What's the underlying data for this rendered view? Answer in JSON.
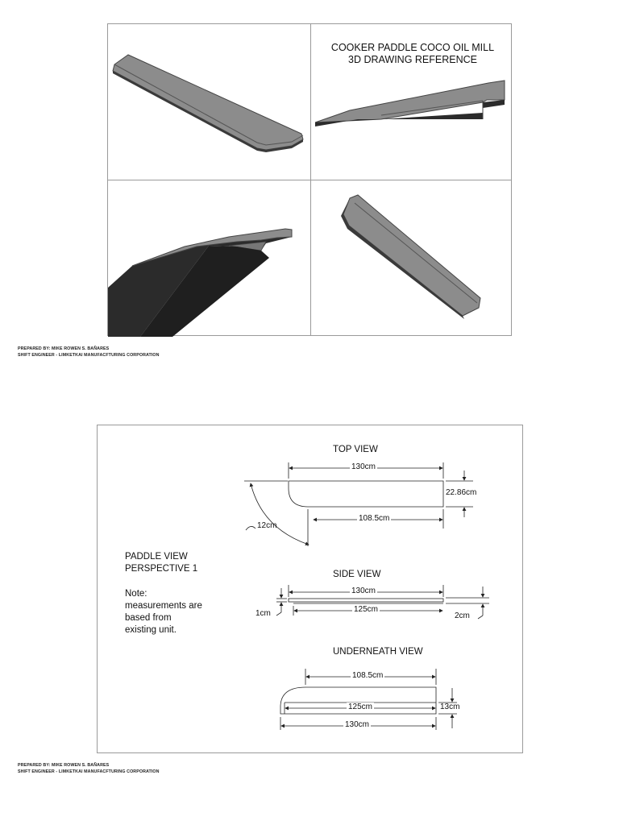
{
  "reference": {
    "title_line1": "COOKER PADDLE COCO OIL MILL",
    "title_line2": "3D DRAWING REFERENCE"
  },
  "credits": {
    "prepared_by": "PREPARED BY: MIKE ROWEN S. BAÑARES",
    "position": "SHIFT ENGINEER - LIMKETKAI MANUFACFTURING CORPORATION"
  },
  "drawing": {
    "perspective_line1": "PADDLE VIEW",
    "perspective_line2": "PERSPECTIVE 1",
    "note_title": "Note:",
    "note_line1": "measurements are",
    "note_line2": "based from",
    "note_line3": "existing unit.",
    "top_view": {
      "title": "TOP VIEW",
      "length": "130cm",
      "width": "22.86cm",
      "inner_length": "108.5cm",
      "radius": "12cm"
    },
    "side_view": {
      "title": "SIDE VIEW",
      "length": "130cm",
      "inner_length": "125cm",
      "thickness_left": "1cm",
      "thickness_right": "2cm"
    },
    "underneath_view": {
      "title": "UNDERNEATH VIEW",
      "top_length": "108.5cm",
      "mid_length": "125cm",
      "height": "13cm",
      "bottom_length": "130cm"
    }
  },
  "colors": {
    "paddle_face": "#8c8c8c",
    "paddle_dark": "#2b2b2b",
    "paddle_edge": "#5e5e5e",
    "line": "#222222",
    "border": "#9a9a9a"
  }
}
